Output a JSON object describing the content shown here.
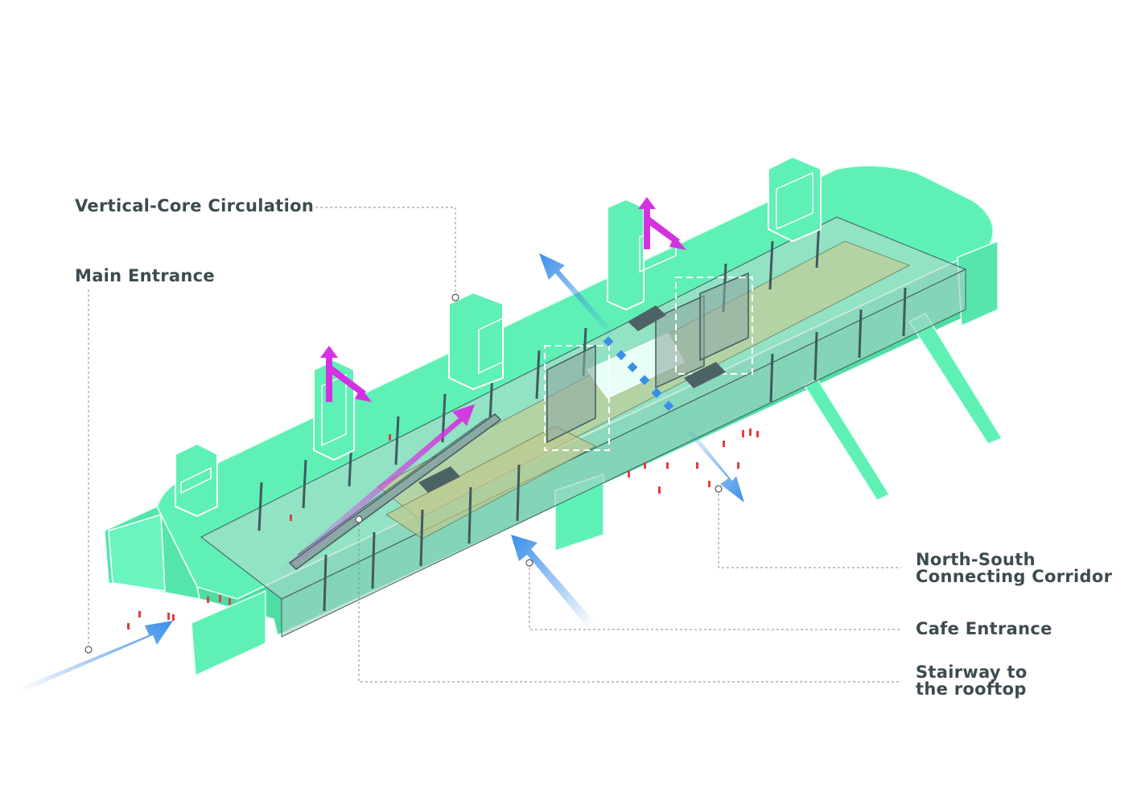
{
  "callouts": {
    "vertical_core": "Vertical-Core Circulation",
    "main_entrance": "Main Entrance",
    "north_south": [
      "North-South",
      "Connecting Corridor"
    ],
    "cafe_entrance": "Cafe Entrance",
    "stairway": [
      "Stairway to",
      "the rooftop"
    ]
  },
  "colors": {
    "building": "#5ff0b6",
    "building_edge": "#e9fff6",
    "glass": "#bcd7cf",
    "floor": "#c3cd98",
    "structure": "#3f5a5e",
    "people": "#e0403c",
    "arrow_blue": "#3a8ee8",
    "arrow_magenta": "#d531e3",
    "leader_line": "#8a8a8a",
    "label_text": "#3d4b4f"
  }
}
